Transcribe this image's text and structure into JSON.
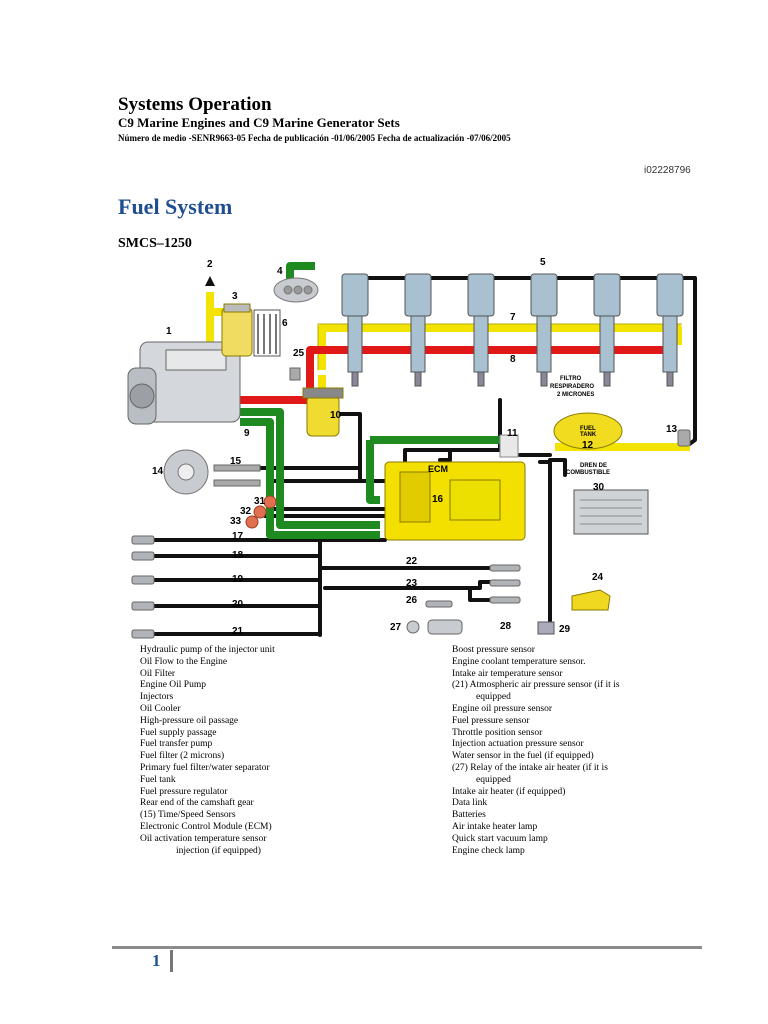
{
  "header": {
    "title": "Systems Operation",
    "subtitle": "C9 Marine Engines and C9 Marine Generator Sets",
    "meta": "Número de medio -SENR9663-05 Fecha de publicación -01/06/2005 Fecha de actualización -07/06/2005"
  },
  "doc_id": "i02228796",
  "section": {
    "title": "Fuel System",
    "smcs": "SMCS–1250"
  },
  "diagram": {
    "callouts": [
      "1",
      "2",
      "3",
      "4",
      "5",
      "6",
      "7",
      "8",
      "9",
      "10",
      "11",
      "12",
      "13",
      "14",
      "15",
      "16",
      "17",
      "18",
      "19",
      "20",
      "21",
      "22",
      "23",
      "24",
      "25",
      "26",
      "27",
      "28",
      "29",
      "30",
      "31",
      "32",
      "33"
    ],
    "labels": {
      "ecm": "ECM",
      "filtro_1": "FILTRO",
      "filtro_2": "RESPIRADERO",
      "filtro_3": "2 MICRONES",
      "tank_1": "FUEL",
      "tank_2": "TANK",
      "dren_1": "DREN DE",
      "dren_2": "COMBUSTIBLE"
    },
    "colors": {
      "yellow": "#f2e400",
      "green": "#1f8a1f",
      "red": "#e01818",
      "black": "#111111",
      "ecm_yellow": "#f4e000"
    }
  },
  "legend_left": [
    "Hydraulic pump of the injector unit",
    "Oil Flow to the Engine",
    "Oil Filter",
    "Engine Oil Pump",
    "Injectors",
    "Oil Cooler",
    "High-pressure oil passage",
    "Fuel supply passage",
    "Fuel transfer pump",
    "Fuel filter (2 microns)",
    "Primary fuel filter/water separator",
    "Fuel tank",
    "Fuel pressure regulator",
    "Rear end of the camshaft gear",
    "(15) Time/Speed Sensors",
    "Electronic Control Module (ECM)",
    "Oil activation temperature sensor",
    "injection (if equipped)"
  ],
  "legend_right": [
    "Boost pressure sensor",
    "Engine coolant temperature sensor.",
    "Intake air temperature sensor",
    "(21) Atmospheric air pressure sensor (if it is",
    "equipped",
    "Engine oil pressure sensor",
    "Fuel pressure sensor",
    "Throttle position sensor",
    "Injection actuation pressure sensor",
    "Water sensor in the fuel (if equipped)",
    "(27) Relay of the intake air heater (if it is",
    "equipped",
    "Intake air heater (if equipped)",
    "Data link",
    "Batteries",
    "Air intake heater lamp",
    "Quick start vacuum lamp",
    "Engine check lamp"
  ],
  "footer": {
    "page_number": "1"
  }
}
